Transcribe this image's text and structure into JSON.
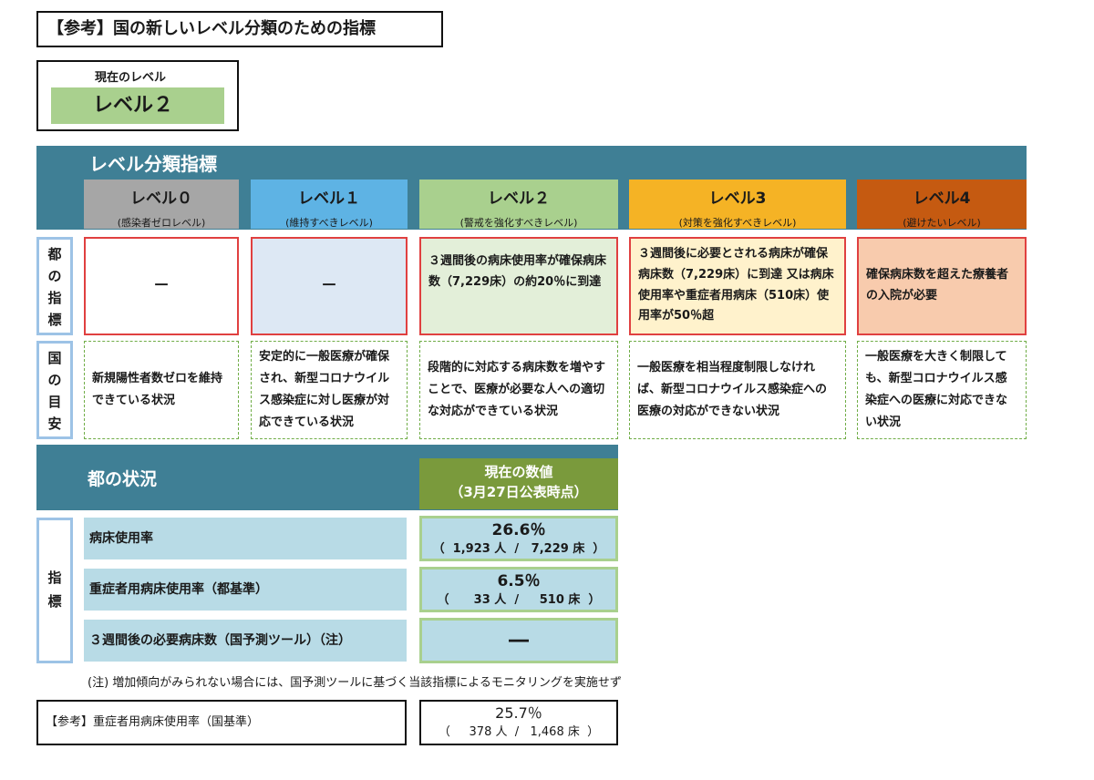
{
  "title": "【参考】国の新しいレベル分類のための指標",
  "current": {
    "caption": "現在のレベル",
    "value": "レベル２"
  },
  "levels_title": "レベル分類指標",
  "levels": [
    {
      "name": "レベル０",
      "sub": "(感染者ゼロレベル)",
      "color": "#a6a6a6",
      "tokyo": "－",
      "kuni": "新規陽性者数ゼロを維持できている状況"
    },
    {
      "name": "レベル１",
      "sub": "(維持すべきレベル)",
      "color": "#5eb3e4",
      "tokyo": "－",
      "kuni": "安定的に一般医療が確保され、新型コロナウイルス感染症に対し医療が対応できている状況"
    },
    {
      "name": "レベル２",
      "sub": "(警戒を強化すべきレベル)",
      "color": "#a9d08e",
      "tokyo": "３週間後の病床使用率が確保病床数（7,229床）の約20％に到達",
      "kuni": "段階的に対応する病床数を増やすことで、医療が必要な人への適切な対応ができている状況"
    },
    {
      "name": "レベル3",
      "sub": "(対策を強化すべきレベル)",
      "color": "#f5b325",
      "tokyo": "３週間後に必要とされる病床が確保病床数（7,229床）に到達 又は病床使用率や重症者用病床（510床）使用率が50％超",
      "kuni": "一般医療を相当程度制限しなければ、新型コロナウイルス感染症への医療の対応ができない状況"
    },
    {
      "name": "レベル4",
      "sub": "(避けたいレベル)",
      "color": "#c55a11",
      "tokyo": "確保病床数を超えた療養者の入院が必要",
      "kuni": "一般医療を大きく制限しても、新型コロナウイルス感染症への医療に対応できない状況"
    }
  ],
  "side_labels": {
    "tokyo": [
      "都",
      "の",
      "指",
      "標"
    ],
    "kuni": [
      "国",
      "の",
      "目",
      "安"
    ],
    "shihyo": [
      "指",
      "標"
    ]
  },
  "status": {
    "title": "都の状況",
    "current_header": [
      "現在の数値",
      "（3月27日公表時点）"
    ],
    "rows": [
      {
        "label": "病床使用率",
        "main": "26.6％",
        "sub": "（  1,923 人  /   7,229 床  ）"
      },
      {
        "label": "重症者用病床使用率（都基準）",
        "main": "6.5％",
        "sub": "（      33 人  /     510 床  ）"
      },
      {
        "label": "３週間後の必要病床数（国予測ツール）（注）",
        "main": "―",
        "sub": ""
      }
    ]
  },
  "note": "(注) 増加傾向がみられない場合には、国予測ツールに基づく当該指標によるモニタリングを実施せず",
  "reference": {
    "label": "【参考】重症者用病床使用率（国基準）",
    "main": "25.7％",
    "sub": "（     378 人  /   1,468 床  ）"
  }
}
